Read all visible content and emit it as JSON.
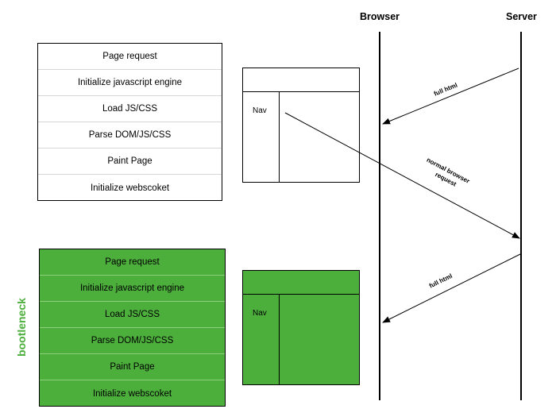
{
  "columns": {
    "browser": "Browser",
    "server": "Server"
  },
  "steps_top": [
    "Page request",
    "Initialize javascript engine",
    "Load JS/CSS",
    "Parse DOM/JS/CSS",
    "Paint Page",
    "Initialize webscoket"
  ],
  "steps_bottom": [
    "Page request",
    "Initialize javascript engine",
    "Load JS/CSS",
    "Parse DOM/JS/CSS",
    "Paint Page",
    "Initialize webscoket"
  ],
  "page_top": {
    "nav": "Nav"
  },
  "page_bottom": {
    "nav": "Nav"
  },
  "side_label": "bootleneck",
  "arrows": {
    "full_html_1": "full html",
    "normal_request_line1": "normal browser",
    "normal_request_line2": "request",
    "full_html_2": "full html"
  },
  "colors": {
    "accent_green": "#4caf3c",
    "line": "#000000"
  }
}
